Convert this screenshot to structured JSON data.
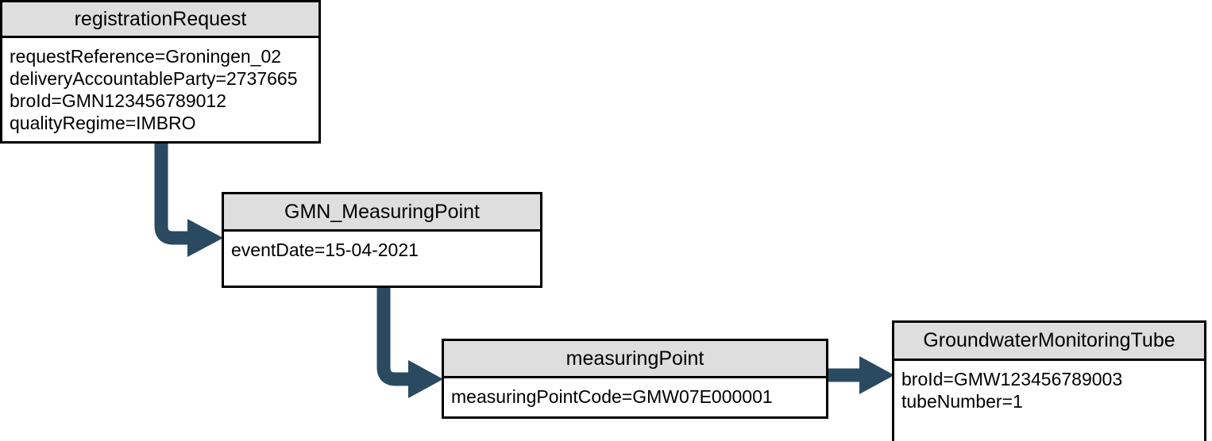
{
  "diagram": {
    "type": "uml-object-diagram",
    "colors": {
      "connector": "#2a4a61",
      "header_fill": "#dedede",
      "body_fill": "#ffffff",
      "border": "#000000",
      "text": "#000000"
    },
    "boxes": [
      {
        "id": "registrationRequest",
        "title": "registrationRequest",
        "attributes": [
          "requestReference=Groningen_02",
          "deliveryAccountableParty=2737665",
          "broId=GMN123456789012",
          "qualityRegime=IMBRO"
        ]
      },
      {
        "id": "GMN_MeasuringPoint",
        "title": "GMN_MeasuringPoint",
        "attributes": [
          "eventDate=15-04-2021"
        ]
      },
      {
        "id": "measuringPoint",
        "title": "measuringPoint",
        "attributes": [
          "measuringPointCode=GMW07E000001"
        ]
      },
      {
        "id": "GroundwaterMonitoringTube",
        "title": "GroundwaterMonitoringTube",
        "attributes": [
          "broId=GMW123456789003",
          "tubeNumber=1"
        ]
      }
    ],
    "connectors": [
      {
        "id": "registrationRequest-to-GMN_MeasuringPoint",
        "from": "registrationRequest",
        "to": "GMN_MeasuringPoint",
        "style": "elbow-down-right",
        "arrowhead": "solid-triangle"
      },
      {
        "id": "GMN_MeasuringPoint-to-measuringPoint",
        "from": "GMN_MeasuringPoint",
        "to": "measuringPoint",
        "style": "elbow-down-right",
        "arrowhead": "solid-triangle"
      },
      {
        "id": "measuringPoint-to-GroundwaterMonitoringTube",
        "from": "measuringPoint",
        "to": "GroundwaterMonitoringTube",
        "style": "straight-right",
        "arrowhead": "solid-triangle"
      }
    ]
  }
}
